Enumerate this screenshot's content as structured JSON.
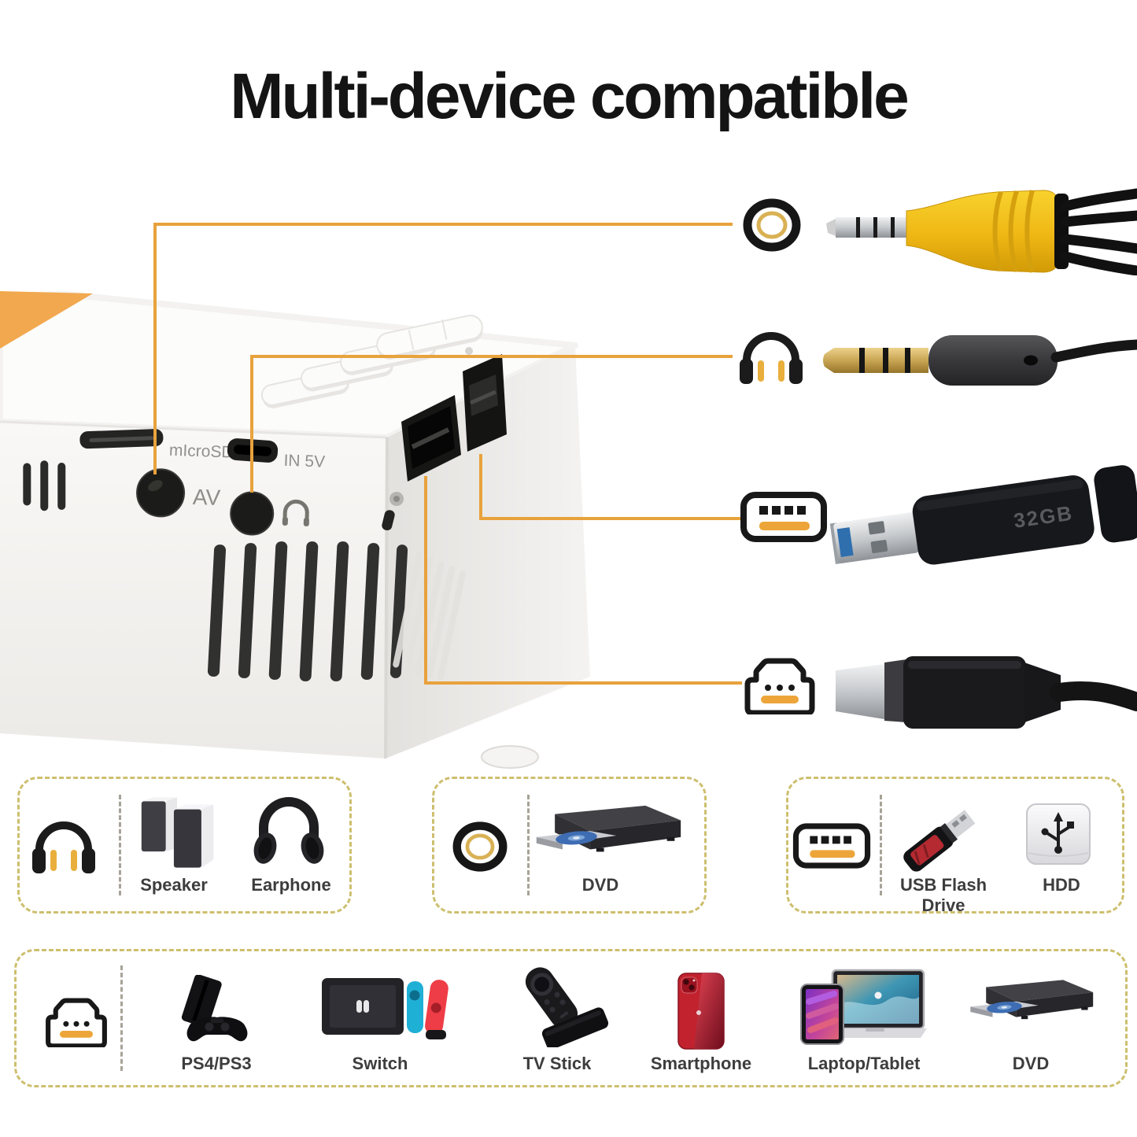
{
  "title": "Multi-device compatible",
  "accent_color": "#E8A23C",
  "dash_border_color": "#cdbf6e",
  "projector": {
    "microsd_label": "mIcroSD",
    "power_in_label": "IN 5V",
    "av_label": "AV"
  },
  "usb_drive": {
    "capacity": "32GB"
  },
  "boxes": [
    {
      "id": "audio-devices",
      "port_icon": "headphone-icon",
      "devices": [
        {
          "label": "Speaker"
        },
        {
          "label": "Earphone"
        }
      ]
    },
    {
      "id": "av-devices",
      "port_icon": "av-port-icon",
      "devices": [
        {
          "label": "DVD"
        }
      ]
    },
    {
      "id": "usb-devices",
      "port_icon": "usb-icon",
      "devices": [
        {
          "label": "USB Flash Drive"
        },
        {
          "label": "HDD"
        }
      ]
    },
    {
      "id": "hdmi-devices",
      "port_icon": "hdmi-icon",
      "devices": [
        {
          "label": "PS4/PS3"
        },
        {
          "label": "Switch"
        },
        {
          "label": "TV Stick"
        },
        {
          "label": "Smartphone"
        },
        {
          "label": "Laptop/Tablet"
        },
        {
          "label": "DVD"
        }
      ]
    }
  ]
}
